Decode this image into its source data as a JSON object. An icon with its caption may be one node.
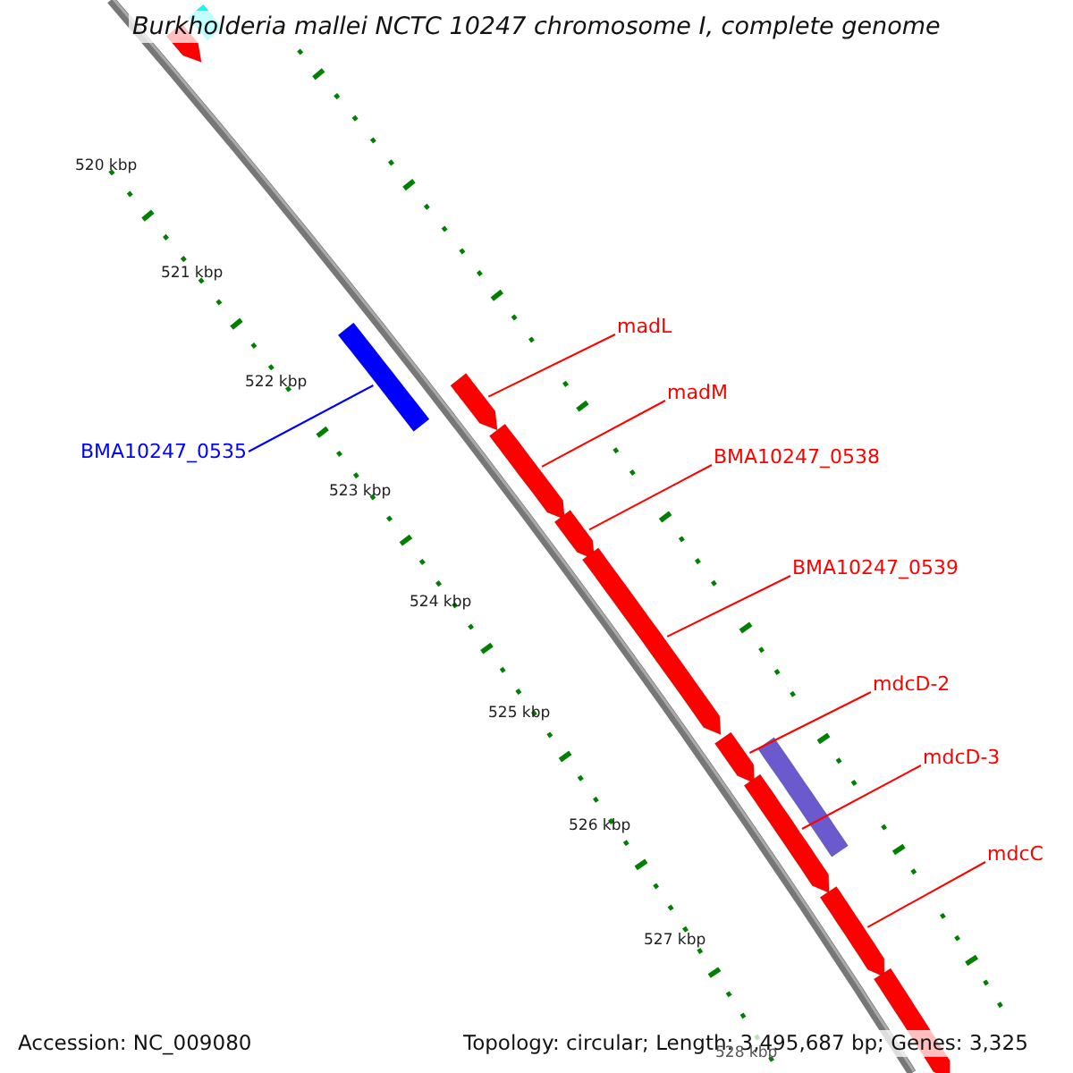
{
  "diagram": {
    "title": "Burkholderia mallei NCTC 10247 chromosome I, complete genome",
    "nodes": [
      {
        "text": [
          "madL"
        ]
      },
      {
        "text": [
          "madM"
        ]
      },
      {
        "text": [
          "BMA10247_0535"
        ]
      },
      {
        "text": [
          "BMA10247_0538"
        ]
      },
      {
        "text": [
          "BMA10247_0539"
        ]
      },
      {
        "text": [
          "mdcD-2"
        ]
      },
      {
        "text": [
          "mdcD-3"
        ]
      },
      {
        "text": [
          "mdcC"
        ]
      },
      {
        "text": [],
        "shape": "arrow"
      },
      {
        "text": [],
        "shape": "bar"
      },
      {
        "text": [],
        "shape": "bar"
      },
      {
        "text": [],
        "shape": "arrow"
      },
      {
        "text": [],
        "shape": "arrow"
      },
      {
        "text": [],
        "shape": "arrow"
      },
      {
        "text": [],
        "shape": "arrow"
      },
      {
        "text": [],
        "shape": "arrow"
      },
      {
        "text": [],
        "shape": "bar"
      },
      {
        "text": [],
        "shape": "arrow"
      },
      {
        "text": [],
        "shape": "arrow"
      },
      {
        "text": [],
        "shape": "arrow"
      }
    ],
    "edges": [
      {
        "from": 0,
        "to": 11,
        "arrow": "none"
      },
      {
        "from": 1,
        "to": 12,
        "arrow": "none"
      },
      {
        "from": 2,
        "to": 10,
        "arrow": "none",
        "color": "#0000ff"
      },
      {
        "from": 3,
        "to": 13,
        "arrow": "none"
      },
      {
        "from": 4,
        "to": 14,
        "arrow": "none"
      },
      {
        "from": 5,
        "to": 15,
        "arrow": "none"
      },
      {
        "from": 6,
        "to": 17,
        "arrow": "none"
      },
      {
        "from": 7,
        "to": 18,
        "arrow": "none"
      }
    ],
    "labels": [
      "520 kbp",
      "521 kbp",
      "522 kbp",
      "523 kbp",
      "524 kbp",
      "525 kbp",
      "526 kbp",
      "527 kbp",
      "528 kbp",
      "Accession: NC_009080",
      "Topology: circular; Length: 3,495,687 bp; Genes: 3,325"
    ]
  }
}
